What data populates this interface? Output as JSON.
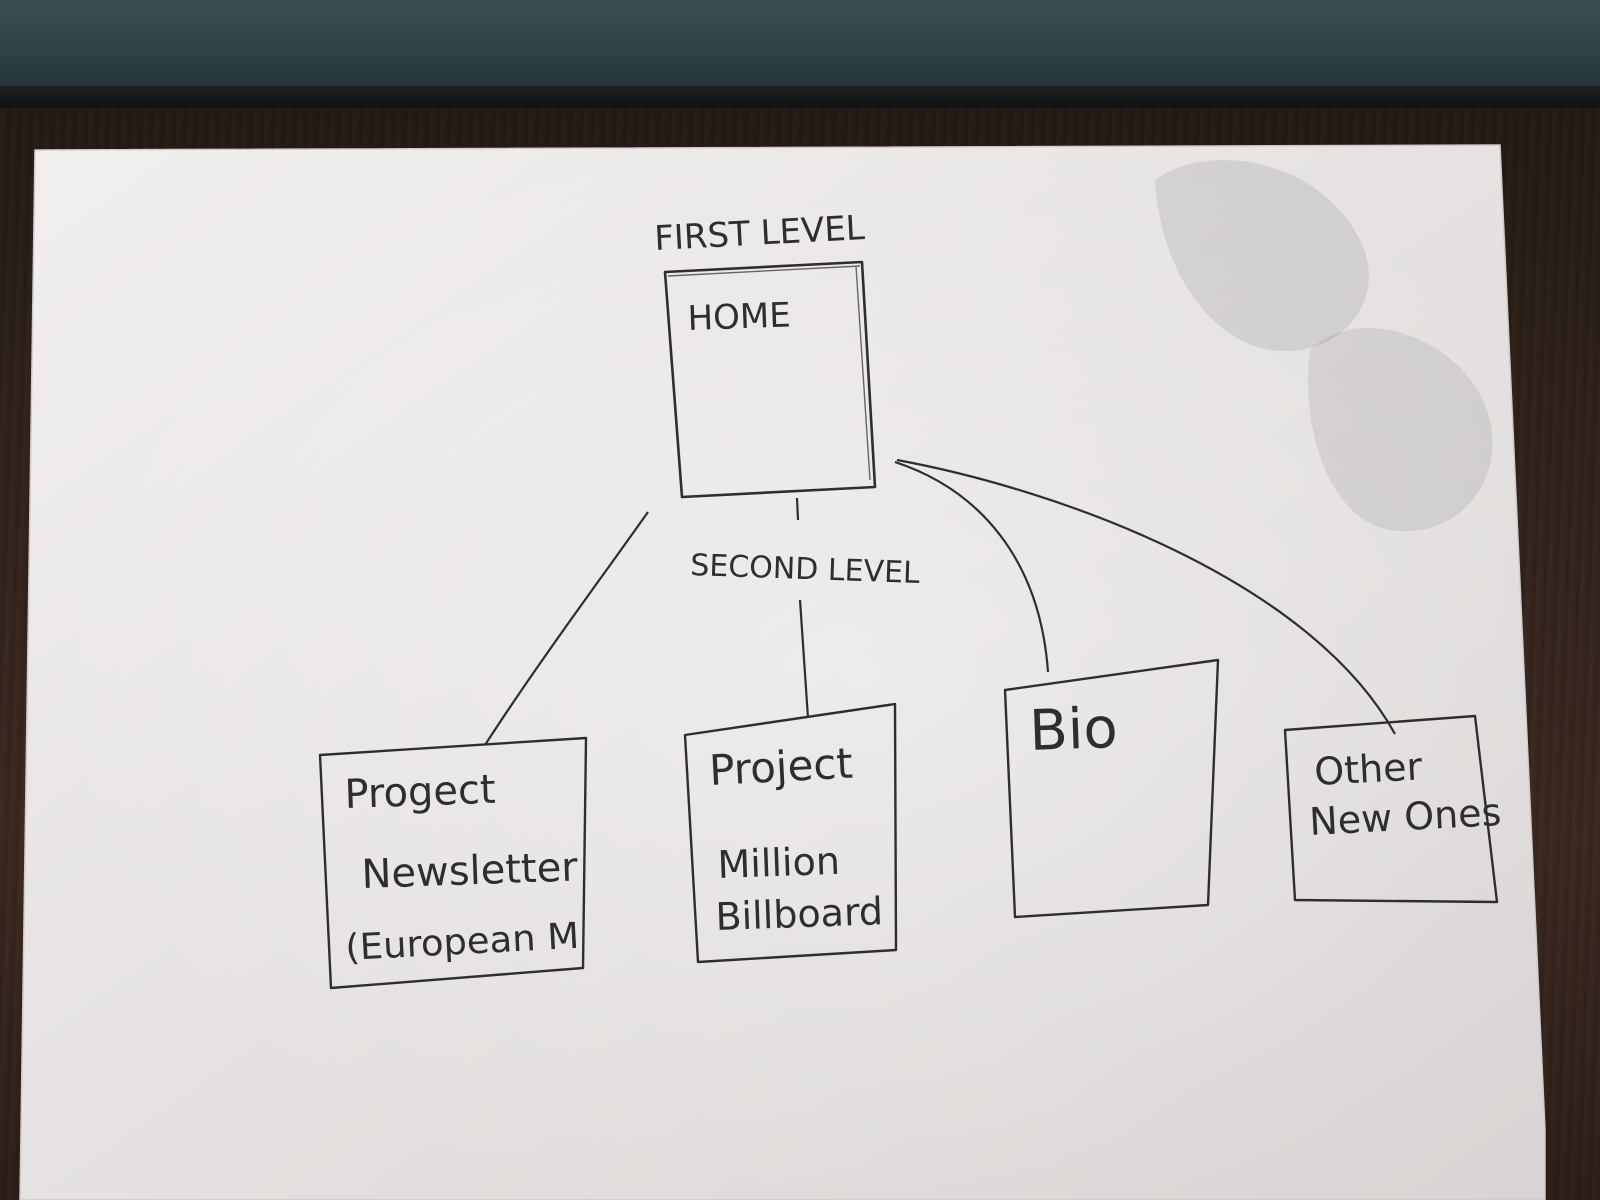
{
  "diagram": {
    "levels": {
      "first": "FIRST LEVEL",
      "second": "SECOND LEVEL"
    },
    "root": {
      "label": "HOME"
    },
    "children": [
      {
        "lines": [
          "Progect",
          "Newsletter",
          "(European M"
        ]
      },
      {
        "lines": [
          "Project",
          "Million",
          "Billboard"
        ]
      },
      {
        "lines": [
          "Bio"
        ]
      },
      {
        "lines": [
          "Other",
          "New Ones"
        ]
      }
    ]
  }
}
